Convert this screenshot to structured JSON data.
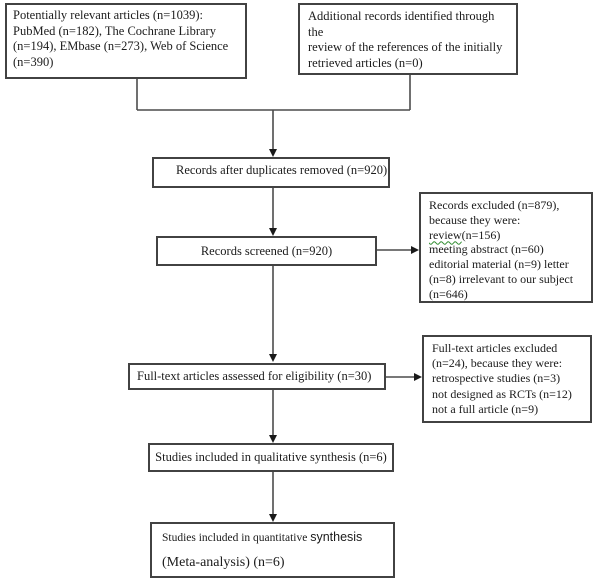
{
  "diagram": {
    "kind": "prisma-flow-diagram",
    "colors": {
      "background": "#ffffff",
      "box_border": "#424242",
      "connector_line": "#4c4c4c",
      "arrowhead": "#1a1a1a",
      "text": "#1b1b1b",
      "spellcheck_squiggle": "#2e8b2e"
    },
    "boxes": {
      "identification_db": {
        "text": "Potentially relevant articles (n=1039):\nPubMed (n=182), The Cochrane Library\n(n=194), EMbase (n=273), Web of Science\n(n=390)"
      },
      "identification_refs": {
        "text": "Additional records identified through the\nreview of the references of the initially\nretrieved articles (n=0)"
      },
      "duplicates_removed": {
        "text": "Records after duplicates removed (n=920)"
      },
      "screened": {
        "text": "Records screened (n=920)"
      },
      "excluded_screening": {
        "intro": "Records excluded (n=879),\nbecause they were:",
        "review_word": "review",
        "review_count": "(n=156)",
        "details": "meeting abstract (n=60)\neditorial material (n=9) letter\n(n=8) irrelevant to our subject\n(n=646)"
      },
      "fulltext_assessed": {
        "text": "Full-text articles assessed for eligibility (n=30)"
      },
      "excluded_fulltext": {
        "text": "Full-text articles excluded\n(n=24), because they were:\nretrospective studies (n=3)\nnot designed as RCTs (n=12)\nnot a full article (n=9)"
      },
      "qualitative_synthesis": {
        "text": "Studies included in qualitative synthesis (n=6)"
      },
      "quantitative_synthesis": {
        "line1_part1": "Studies included in quantitative ",
        "line1_part2": "synthesis",
        "line2": "(Meta-analysis) (n=6)"
      }
    }
  }
}
